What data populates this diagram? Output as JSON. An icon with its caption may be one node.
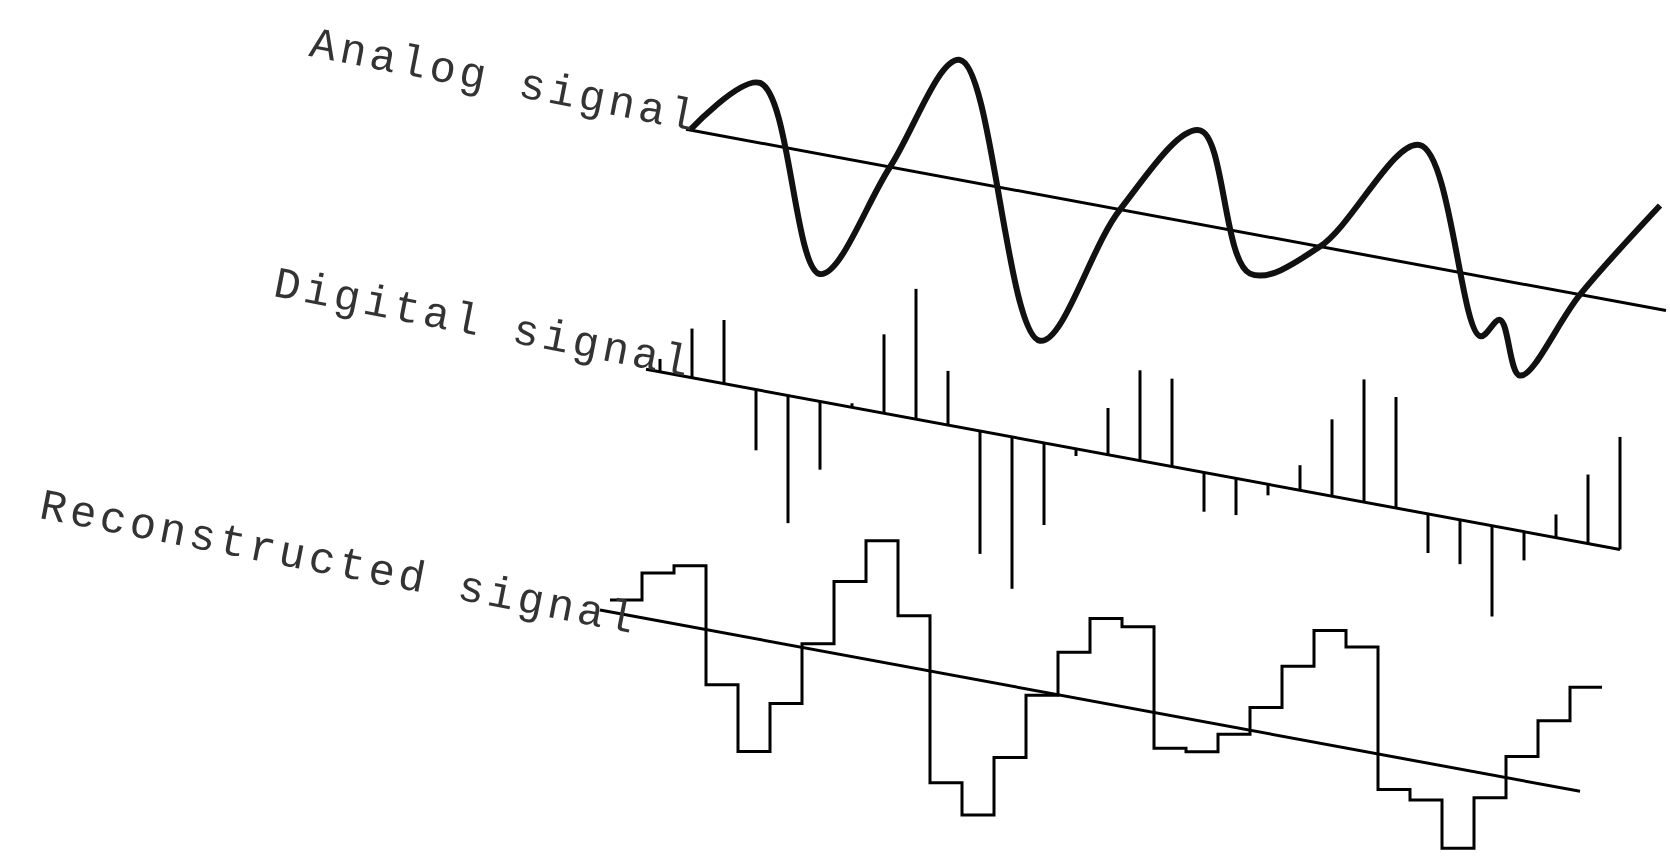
{
  "diagram": {
    "labels": [
      "Analog signal",
      "Digital signal",
      "Reconstructed signal"
    ]
  }
}
